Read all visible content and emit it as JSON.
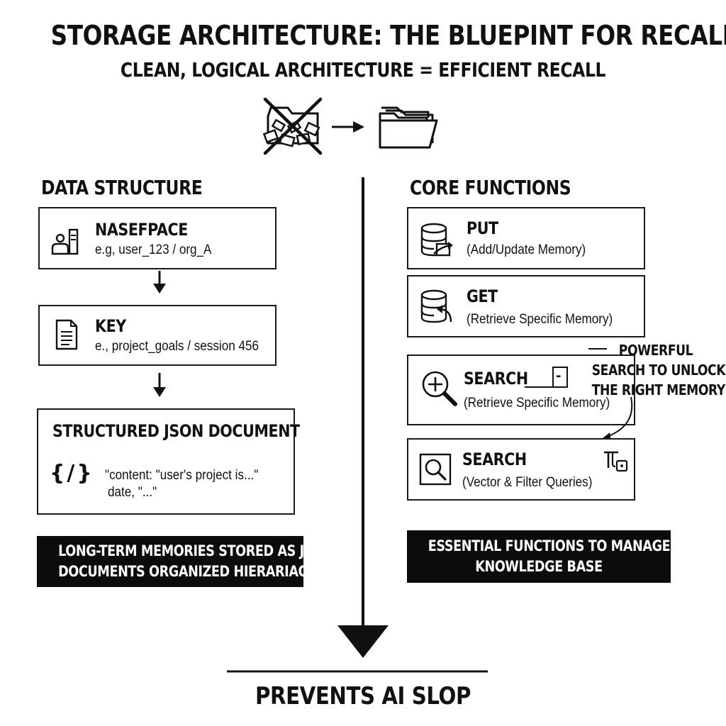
{
  "header": {
    "title": "STORAGE ARCHITECTURE: THE BLUEPINT FOR RECALL",
    "subtitle": "CLEAN, LOGICAL ARCHITECTURE = EFFICIENT RECALL"
  },
  "hero_icons": [
    "messy-folder-crossed-icon",
    "arrow-right-icon",
    "clean-folder-icon"
  ],
  "data_structure": {
    "heading": "DATA STRUCTURE",
    "namespace": {
      "title": "NASEFPACE",
      "example": "e.g, user_123 / org_A",
      "icon": "users-icon"
    },
    "key": {
      "title": "KEY",
      "example": "e., project_goals / session 456",
      "icon": "document-icon"
    },
    "json_doc": {
      "title": "STRUCTURED JSON DOCUMENT",
      "braces": "{/}",
      "line1": "\"content: \"user's project is...\"",
      "line2": "date, \"...\""
    },
    "banner": {
      "line1": "LONG-TERM MEMORIES STORED AS JSON",
      "line2": "DOCUMENTS ORGANIZED HIERARIACLLY"
    }
  },
  "core_functions": {
    "heading": "CORE FUNCTIONS",
    "put": {
      "title": "PUT",
      "desc": "(Add/Update Memory)",
      "icon": "database-put-icon"
    },
    "get": {
      "title": "GET",
      "desc": "(Retrieve Specific Memory)",
      "icon": "database-get-icon"
    },
    "search1": {
      "title": "SEARCH",
      "desc": "(Retrieve Specific Memory)",
      "icon": "zoom-in-icon",
      "minus": "-"
    },
    "search2": {
      "title": "SEARCH",
      "desc": "(Vector & Filter Queries)",
      "icon": "magnifier-icon"
    },
    "callout": {
      "line1": "POWERFUL",
      "line2": "SEARCH TO UNLOCKING",
      "line3": "THE RIGHT MEMORY"
    },
    "banner": {
      "line1": "ESSENTIAL FUNCTIONS TO MANAGE",
      "line2": "KNOWLEDGE BASE"
    }
  },
  "footer": {
    "text": "PREVENTS AI SLOP"
  }
}
